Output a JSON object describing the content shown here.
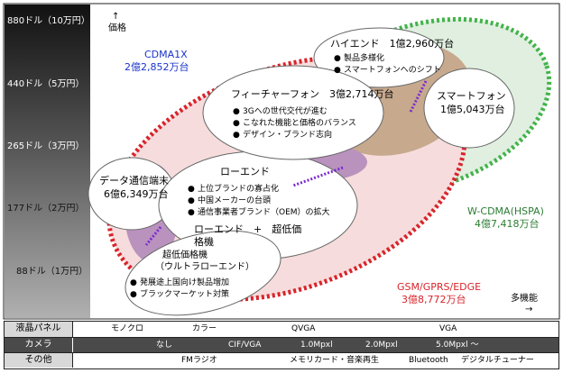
{
  "axis": {
    "arrow": "↑",
    "y_label": "価格",
    "y_ticks": [
      "880ドル（10万円）",
      "440ドル（5万円）",
      "265ドル（3万円）",
      "177ドル（2万円）",
      "88ドル（1万円）"
    ],
    "x_label": "多機能",
    "x_arrow": "→"
  },
  "cdma": {
    "name": "CDMA1X",
    "count": "2億2,852万台",
    "color": "#1a33cc"
  },
  "wcdma": {
    "name": "W-CDMA(HSPA)",
    "count": "4億7,418万台",
    "color": "#2a7d33"
  },
  "gsm": {
    "name": "GSM/GPRS/EDGE",
    "count": "3億8,772万台",
    "color": "#d8242a"
  },
  "segments": {
    "highend": {
      "title": "ハイエンド　1億2,960万台",
      "bullets": [
        "製品多様化",
        "スマートフォンへのシフト"
      ]
    },
    "smartphone": {
      "title": "スマートフォン",
      "count": "1億5,043万台"
    },
    "feature": {
      "title": "フィーチャーフォン　3億2,714万台",
      "bullets": [
        "3Gへの世代交代が進む",
        "こなれた機能と価格のバランス",
        "デザイン・ブランド志向"
      ]
    },
    "data": {
      "title": "データ通信端末",
      "count": "6億6,349万台"
    },
    "lowend": {
      "title": "ローエンド",
      "bullets": [
        "上位ブランドの寡占化",
        "中国メーカーの台頭",
        "通信事業者ブランド（OEM）の拡大"
      ],
      "combo_line1": "ローエンド　+　超低価",
      "combo_line2": "格機"
    },
    "ultralow": {
      "title1": "超低価格機",
      "title2": "（ウルトラローエンド）",
      "bullets": [
        "発展途上国向け製品増加",
        "ブラックマーケット対策"
      ]
    }
  },
  "table": {
    "rows": [
      {
        "head": "液晶パネル",
        "cells": [
          "モノクロ",
          "カラー",
          "QVGA",
          "VGA"
        ]
      },
      {
        "head": "カメラ",
        "cells": [
          "なし",
          "CIF/VGA",
          "1.0Mpxl",
          "2.0Mpxl",
          "5.0Mpxl ～"
        ]
      },
      {
        "head": "その他",
        "cells": [
          "FMラジオ",
          "メモリカード・音楽再生",
          "Bluetooth",
          "デジタルチューナー"
        ]
      }
    ]
  },
  "colors": {
    "left_band_top": "#111111",
    "left_band_bottom": "#a8a8a8",
    "tan_overlap": "#c7a98e",
    "mauve_overlap": "#b992bd",
    "red_fill": "#f6dcdc",
    "green_fill": "#e0efe0"
  }
}
